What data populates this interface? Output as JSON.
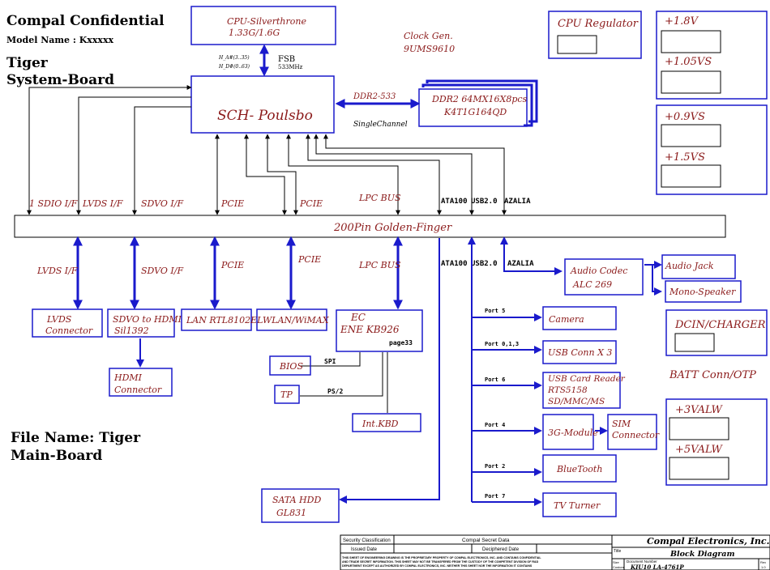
{
  "header": {
    "company": "Compal Confidential",
    "model": "Model Name : Kxxxxx",
    "board_line1": "Tiger",
    "board_line2": "System-Board",
    "file_line1": "File Name: Tiger",
    "file_line2": "Main-Board"
  },
  "blocks": {
    "cpu_l1": "CPU-Silverthrone",
    "cpu_l2": "1.33G/1.6G",
    "clock_l1": "Clock Gen.",
    "clock_l2": "9UMS9610",
    "cpu_reg": "CPU Regulator",
    "sch": "SCH- Poulsbo",
    "ddr_l1": "DDR2 64MX16X8pcs",
    "ddr_l2": "K4T1G164QD",
    "golden": "200Pin Golden-Finger",
    "lvds_l1": "LVDS",
    "lvds_l2": "Connector",
    "sdvo_l1": "SDVO to HDMI",
    "sdvo_l2": "Sil1392",
    "hdmi_l1": "HDMI",
    "hdmi_l2": "Connector",
    "lan": "LAN RTL8102EL",
    "wlan": "WLAN/WiMAX",
    "ec_l1": "EC",
    "ec_l2": "ENE KB926",
    "bios": "BIOS",
    "tp": "TP",
    "intkbd": "Int.KBD",
    "sata_l1": "SATA  HDD",
    "sata_l2": "GL831",
    "audio_l1": "Audio Codec",
    "audio_l2": "ALC 269",
    "audio_jack": "Audio Jack",
    "mono_spk": "Mono-Speaker",
    "camera": "Camera",
    "usb_conn": "USB Conn  X 3",
    "card_l1": "USB Card Reader",
    "card_l2": "RTS5158",
    "card_l3": "SD/MMC/MS",
    "module3g": "3G-Module",
    "sim_l1": "SIM",
    "sim_l2": "Connector",
    "bluetooth": "BlueTooth",
    "tvtuner": "TV Turner",
    "dcin": "DCIN/CHARGER",
    "batt": "BATT Conn/OTP"
  },
  "rails": {
    "v18": "+1.8V",
    "v105": "+1.05VS",
    "v09": "+0.9VS",
    "v15": "+1.5VS",
    "v3": "+3VALW",
    "v5": "+5VALW"
  },
  "signals": {
    "fsb": "FSB",
    "fsb_freq": "533MHz",
    "h_a": "H_A#(3..35)",
    "h_d": "H_D#(0..63)",
    "ddr2": "DDR2-533",
    "single": "SingleChannel",
    "sdio": "1 SDIO I/F",
    "lvds_if": "LVDS I/F",
    "sdvo_if": "SDVO I/F",
    "pcie": "PCIE",
    "lpc": "LPC BUS",
    "ata": "ATA100",
    "usb": "USB2.0",
    "azalia": "AZALIA",
    "page33": "page33",
    "spi": "SPI",
    "ps2": "PS/2",
    "port5": "Port 5",
    "port013": "Port 0,1,3",
    "port6": "Port 6",
    "port4": "Port 4",
    "port2": "Port 2",
    "port7": "Port 7"
  },
  "footer": {
    "sec_class": "Security Classification",
    "secret": "Compal Secret Data",
    "issued": "Issued Date",
    "deciphered": "Deciphered Date",
    "notice1": "THIS SHEET OF ENGINEERING DRAWING IS THE PROPRIETARY PROPERTY OF COMPAL ELECTRONICS, INC. AND CONTAINS CONFIDENTIAL",
    "notice2": "AND TRADE SECRET INFORMATION. THIS SHEET MAY NOT BE TRANSFERED FROM THE CUSTODY OF THE COMPETENT DIVISION OF R&D",
    "notice3": "DEPARTMENT EXCEPT AS AUTHORIZED BY COMPAL ELECTRONICS, INC. NEITHER THIS SHEET NOR THE INFORMATION IT CONTAINS",
    "company": "Compal Electronics, Inc.",
    "title_label": "Title",
    "title": "Block Diagram",
    "size_label": "Size",
    "custom": "Custom",
    "docnum_label": "Document Number",
    "docnum": "KIU10 LA-4761P",
    "rev_label": "Rev",
    "rev": "1.0"
  },
  "colors": {
    "accent": "#1a1acc",
    "label": "#8b1a1a",
    "line": "#000000"
  }
}
